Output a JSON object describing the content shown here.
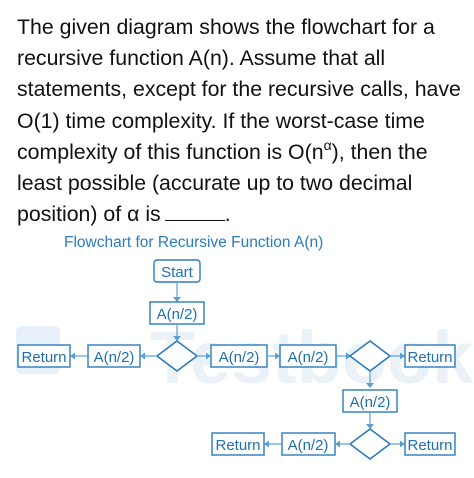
{
  "question": {
    "lines": [
      {
        "before": "The given diagram shows the flowchart for a",
        "sup": "",
        "after": ""
      },
      {
        "before": "recursive function A(n). Assume that all",
        "sup": "",
        "after": ""
      },
      {
        "before": "statements, except for the recursive calls, have",
        "sup": "",
        "after": ""
      },
      {
        "before": "O(1) time complexity. If the worst-case time",
        "sup": "",
        "after": ""
      },
      {
        "before": "complexity of this function is O(n",
        "sup": "α",
        "after": "), then the"
      },
      {
        "before": "least possible (accurate up to two decimal",
        "sup": "",
        "after": ""
      },
      {
        "before": "position) of α is",
        "sup": "",
        "after": "."
      }
    ]
  },
  "flowchart": {
    "title": "Flowchart for Recursive Function A(n)",
    "start_label": "Start",
    "call_label": "A(n/2)",
    "return_label": "Return",
    "watermark": "Testbook"
  },
  "colors": {
    "accent": "#2a7bbf",
    "connector": "#5aa0d6",
    "text": "#111111"
  }
}
